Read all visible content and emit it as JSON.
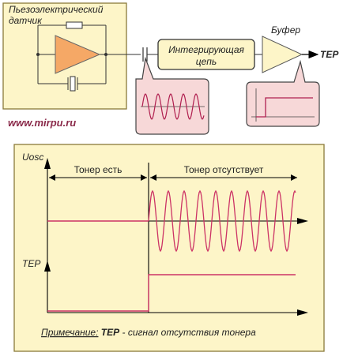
{
  "top_diagram": {
    "sensor_label_line1": "Пьезоэлектрический",
    "sensor_label_line2": "датчик",
    "integrator_line1": "Интегрирующая",
    "integrator_line2": "цепь",
    "buffer_label": "Буфер",
    "output_label": "TEP"
  },
  "watermark": "www.mirpu.ru",
  "timing_diagram": {
    "y_label_top": "Uosc",
    "y_label_bottom": "TEP",
    "region_left": "Тонер есть",
    "region_right": "Тонер отсутствует"
  },
  "note": {
    "prefix": "Примечание:",
    "bold": "TEP",
    "text": " - сигнал отсутствия тонера"
  },
  "colors": {
    "panel_fill": "#fdf5c8",
    "panel_border": "#8a7a3a",
    "amp_fill": "#f5a866",
    "signal": "#cc3366",
    "callout_fill": "#f7d8d8",
    "watermark": "#8a2a4a"
  }
}
